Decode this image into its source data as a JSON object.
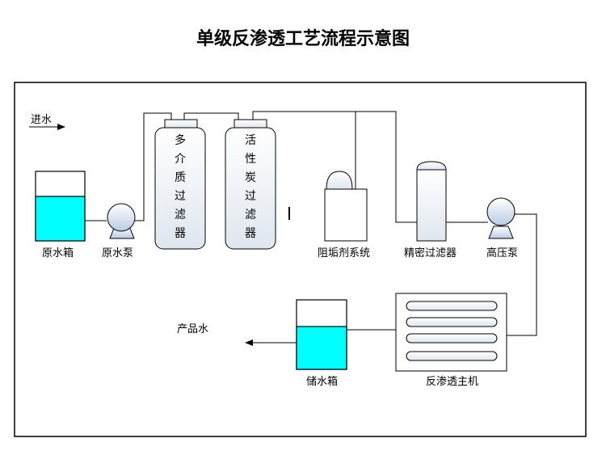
{
  "title": "单级反渗透工艺流程示意图",
  "labels": {
    "inlet": "进水",
    "raw_tank": "原水箱",
    "raw_pump": "原水泵",
    "filter1": "多介质过滤器",
    "filter2": "活性炭过滤器",
    "scale_inhibitor": "阻垢剂系统",
    "precision_filter": "精密过滤器",
    "hp_pump": "高压泵",
    "ro_unit": "反渗透主机",
    "storage_tank": "储水箱",
    "product_water": "产品水"
  },
  "colors": {
    "water": "#00ffff",
    "line": "#000000",
    "ro_fill": "#ffffff",
    "pump_fill": "#d9e6f7"
  }
}
